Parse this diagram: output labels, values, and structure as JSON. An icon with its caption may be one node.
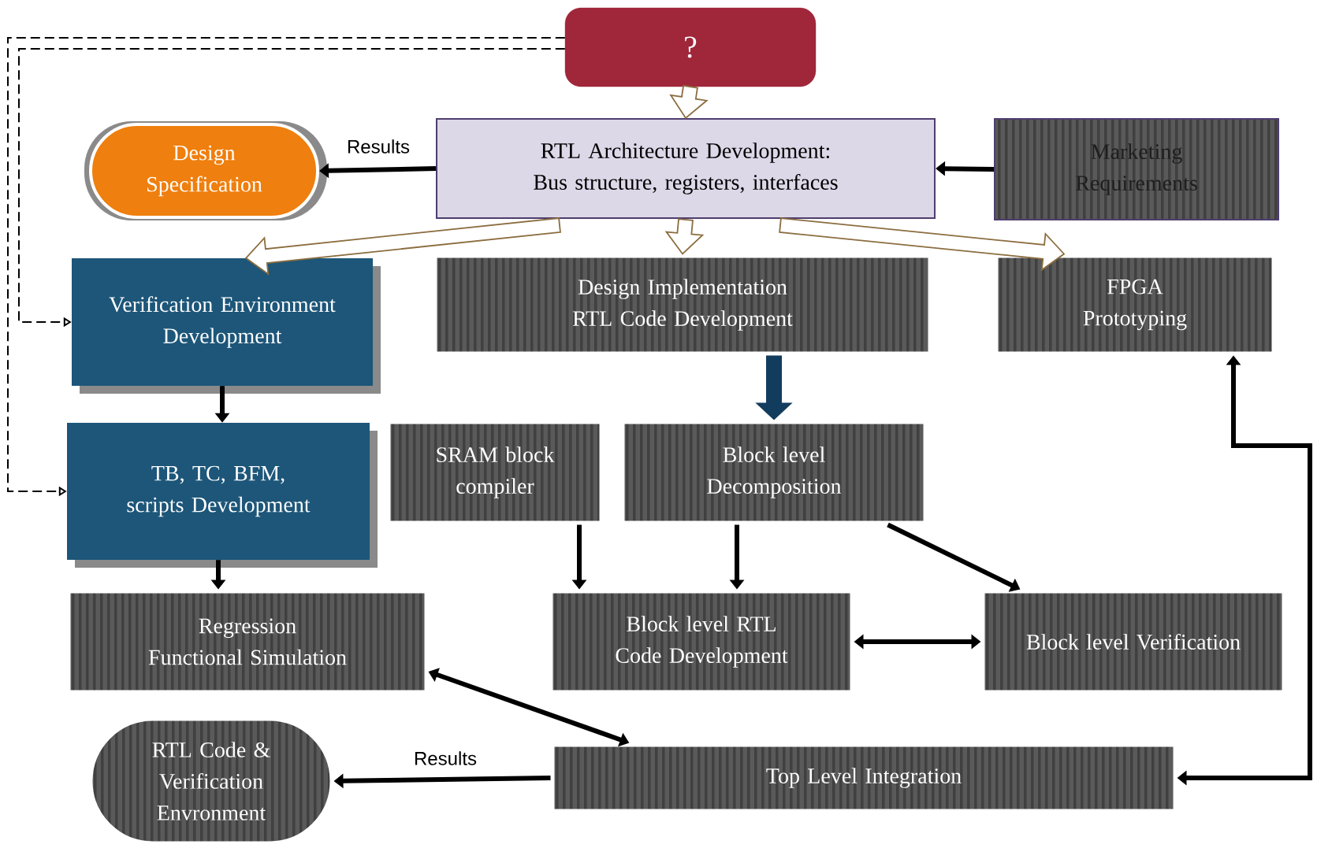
{
  "diagram": {
    "nodes": [
      {
        "text": [
          "?"
        ]
      },
      {
        "text": [
          "Design Specification"
        ]
      },
      {
        "text": [
          "RTL Architecture Development: Bus structure, registers, interfaces"
        ]
      },
      {
        "text": [
          "Marketing Requirements"
        ]
      },
      {
        "text": [
          "Verification Environment Development"
        ]
      },
      {
        "text": [
          "Design Implementation RTL Code Development"
        ]
      },
      {
        "text": [
          "FPGA Prototyping"
        ]
      },
      {
        "text": [
          "TB, TC, BFM, scripts Development"
        ]
      },
      {
        "text": [
          "SRAM block compiler"
        ]
      },
      {
        "text": [
          "Block level Decomposition"
        ]
      },
      {
        "text": [
          "Regression Functional Simulation"
        ]
      },
      {
        "text": [
          "Block level RTL Code Development"
        ]
      },
      {
        "text": [
          "Block level Verification"
        ]
      },
      {
        "text": [
          "RTL Code & Verification Envronment"
        ]
      },
      {
        "text": [
          "Top Level Integration"
        ]
      }
    ],
    "edges": [
      {
        "from": 0,
        "to": 2,
        "arrow": "to",
        "color": "#8b6d3f"
      },
      {
        "from": 2,
        "to": 1,
        "arrow": "to",
        "label": "Results"
      },
      {
        "from": 3,
        "to": 2,
        "arrow": "to"
      },
      {
        "from": 2,
        "to": 4,
        "arrow": "to",
        "color": "#8b6d3f"
      },
      {
        "from": 2,
        "to": 5,
        "arrow": "to",
        "color": "#8b6d3f"
      },
      {
        "from": 2,
        "to": 6,
        "arrow": "to",
        "color": "#8b6d3f"
      },
      {
        "from": 0,
        "to": 4,
        "arrow": "to",
        "style": "dashed"
      },
      {
        "from": 0,
        "to": 7,
        "arrow": "to",
        "style": "dashed"
      },
      {
        "from": 4,
        "to": 7,
        "arrow": "to"
      },
      {
        "from": 7,
        "to": 10,
        "arrow": "to"
      },
      {
        "from": 5,
        "to": 9,
        "arrow": "to",
        "style": "thick",
        "color": "#123c5e"
      },
      {
        "from": 8,
        "to": 11,
        "arrow": "to"
      },
      {
        "from": 9,
        "to": 11,
        "arrow": "to"
      },
      {
        "from": 9,
        "to": 12,
        "arrow": "to"
      },
      {
        "from": 11,
        "to": 12,
        "arrow": "both"
      },
      {
        "from": 10,
        "to": 14,
        "arrow": "both"
      },
      {
        "from": 14,
        "to": 13,
        "arrow": "to",
        "label": "Results"
      },
      {
        "from": 14,
        "to": 6,
        "arrow": "both"
      }
    ]
  }
}
